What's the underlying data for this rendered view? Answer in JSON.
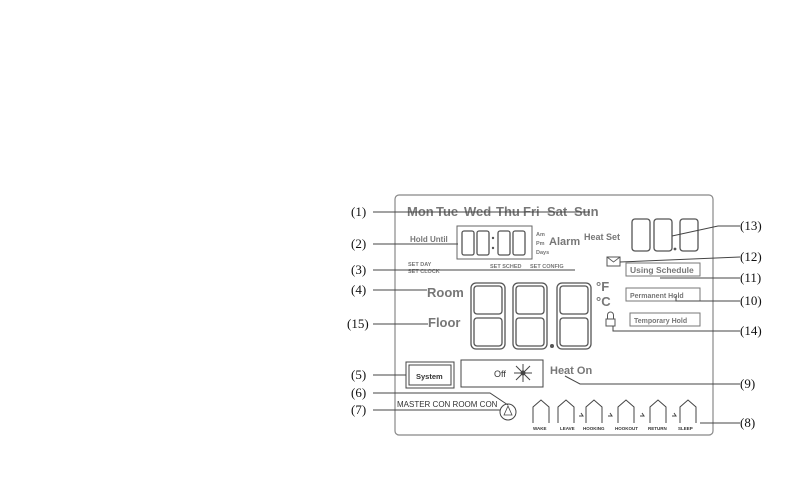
{
  "lcd": {
    "days": [
      "Mon",
      "Tue",
      "Wed",
      "Thu",
      "Fri",
      "Sat",
      "Sun"
    ],
    "hold_until": "Hold Until",
    "am": "Am",
    "pm": "Pm",
    "days_indicator": "Days",
    "alarm": "Alarm",
    "heat_set": "Heat Set",
    "set_day": "SET DAY",
    "set_clock": "SET CLOCK",
    "set_sched": "SET SCHED",
    "set_config": "SET CONFIG",
    "room": "Room",
    "floor": "Floor",
    "deg_f": "°F",
    "deg_c": "°C",
    "using_schedule": "Using Schedule",
    "permanent_hold": "Permanent Hold",
    "temporary_hold": "Temporary Hold",
    "system": "System",
    "off": "Off",
    "heat_on": "Heat On",
    "master_con_room_con": "MASTER CON ROOM CON",
    "periods": [
      "WAKE",
      "LEAVE",
      "HOOKING",
      "HOOKOUT",
      "RETURN",
      "SLEEP"
    ]
  },
  "callouts": {
    "c1": "(1)",
    "c2": "(2)",
    "c3": "(3)",
    "c4": "(4)",
    "c5": "(5)",
    "c6": "(6)",
    "c7": "(7)",
    "c8": "(8)",
    "c9": "(9)",
    "c10": "(10)",
    "c11": "(11)",
    "c12": "(12)",
    "c13": "(13)",
    "c14": "(14)",
    "c15": "(15)"
  }
}
